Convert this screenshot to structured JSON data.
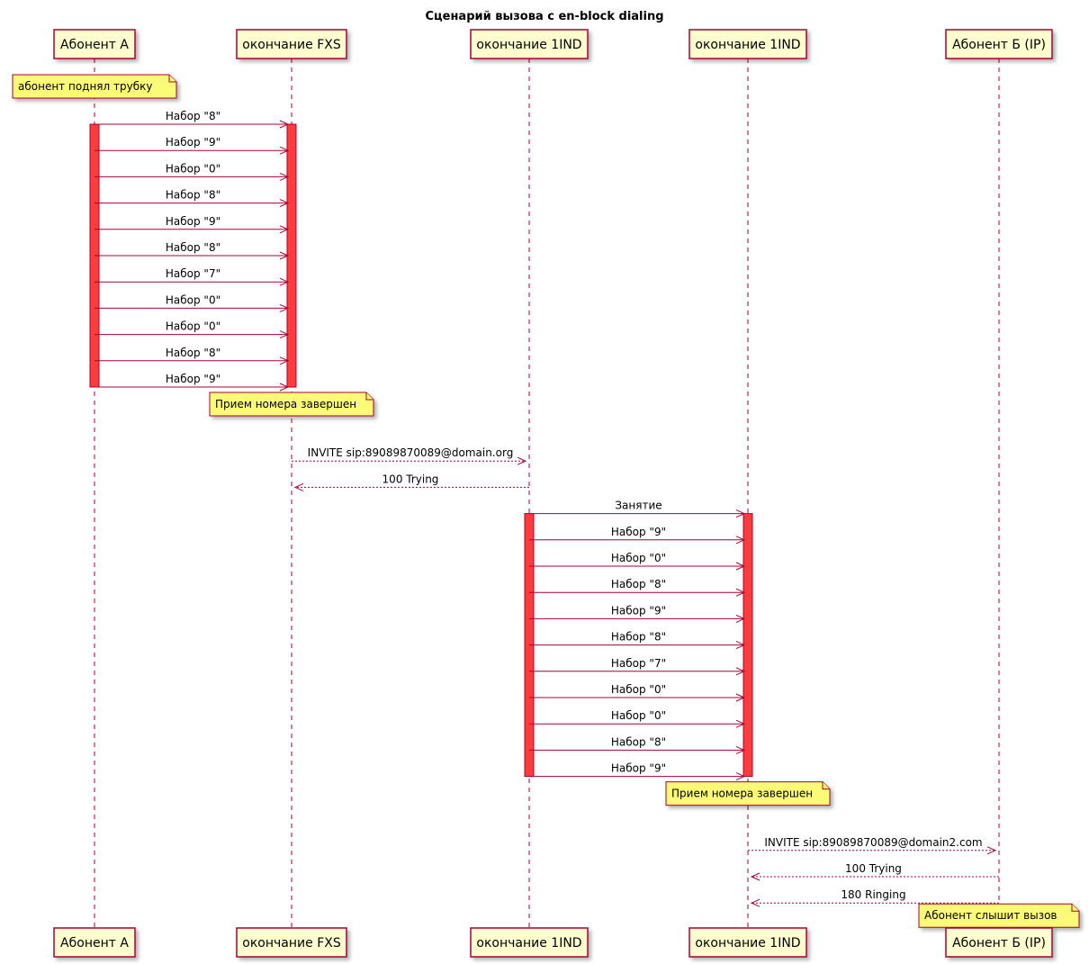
{
  "title": "Сценарий вызова с en-block dialing",
  "participants": [
    {
      "id": "a",
      "label": "Абонент А"
    },
    {
      "id": "fxs",
      "label": "окончание FXS"
    },
    {
      "id": "i1",
      "label": "окончание 1IND"
    },
    {
      "id": "i2",
      "label": "окончание 1IND"
    },
    {
      "id": "b",
      "label": "Абонент Б (IP)"
    }
  ],
  "events": [
    {
      "kind": "note",
      "over": "a",
      "text": "абонент поднял трубку"
    },
    {
      "kind": "msg",
      "from": "a",
      "to": "fxs",
      "label": "Набор \"8\"",
      "style": "solid",
      "activate": true
    },
    {
      "kind": "msg",
      "from": "a",
      "to": "fxs",
      "label": "Набор \"9\"",
      "style": "solid"
    },
    {
      "kind": "msg",
      "from": "a",
      "to": "fxs",
      "label": "Набор \"0\"",
      "style": "solid"
    },
    {
      "kind": "msg",
      "from": "a",
      "to": "fxs",
      "label": "Набор \"8\"",
      "style": "solid"
    },
    {
      "kind": "msg",
      "from": "a",
      "to": "fxs",
      "label": "Набор \"9\"",
      "style": "solid"
    },
    {
      "kind": "msg",
      "from": "a",
      "to": "fxs",
      "label": "Набор \"8\"",
      "style": "solid"
    },
    {
      "kind": "msg",
      "from": "a",
      "to": "fxs",
      "label": "Набор \"7\"",
      "style": "solid"
    },
    {
      "kind": "msg",
      "from": "a",
      "to": "fxs",
      "label": "Набор \"0\"",
      "style": "solid"
    },
    {
      "kind": "msg",
      "from": "a",
      "to": "fxs",
      "label": "Набор \"0\"",
      "style": "solid"
    },
    {
      "kind": "msg",
      "from": "a",
      "to": "fxs",
      "label": "Набор \"8\"",
      "style": "solid"
    },
    {
      "kind": "msg",
      "from": "a",
      "to": "fxs",
      "label": "Набор \"9\"",
      "style": "solid",
      "deactivate": true
    },
    {
      "kind": "note",
      "over": "fxs",
      "text": "Прием номера завершен"
    },
    {
      "kind": "msg",
      "from": "fxs",
      "to": "i1",
      "label": "INVITE sip:89089870089@domain.org",
      "style": "dashed"
    },
    {
      "kind": "msg",
      "from": "i1",
      "to": "fxs",
      "label": "100 Trying",
      "style": "dashed"
    },
    {
      "kind": "msg",
      "from": "i1",
      "to": "i2",
      "label": "Занятие",
      "style": "solid",
      "activate": true
    },
    {
      "kind": "msg",
      "from": "i1",
      "to": "i2",
      "label": "Набор \"9\"",
      "style": "solid"
    },
    {
      "kind": "msg",
      "from": "i1",
      "to": "i2",
      "label": "Набор \"0\"",
      "style": "solid"
    },
    {
      "kind": "msg",
      "from": "i1",
      "to": "i2",
      "label": "Набор \"8\"",
      "style": "solid"
    },
    {
      "kind": "msg",
      "from": "i1",
      "to": "i2",
      "label": "Набор \"9\"",
      "style": "solid"
    },
    {
      "kind": "msg",
      "from": "i1",
      "to": "i2",
      "label": "Набор \"8\"",
      "style": "solid"
    },
    {
      "kind": "msg",
      "from": "i1",
      "to": "i2",
      "label": "Набор \"7\"",
      "style": "solid"
    },
    {
      "kind": "msg",
      "from": "i1",
      "to": "i2",
      "label": "Набор \"0\"",
      "style": "solid"
    },
    {
      "kind": "msg",
      "from": "i1",
      "to": "i2",
      "label": "Набор \"0\"",
      "style": "solid"
    },
    {
      "kind": "msg",
      "from": "i1",
      "to": "i2",
      "label": "Набор \"8\"",
      "style": "solid"
    },
    {
      "kind": "msg",
      "from": "i1",
      "to": "i2",
      "label": "Набор \"9\"",
      "style": "solid",
      "deactivate": true
    },
    {
      "kind": "note",
      "over": "i2",
      "text": "Прием номера завершен"
    },
    {
      "kind": "msg",
      "from": "i2",
      "to": "b",
      "label": "INVITE sip:89089870089@domain2.com",
      "style": "dashed"
    },
    {
      "kind": "msg",
      "from": "b",
      "to": "i2",
      "label": "100 Trying",
      "style": "dashed"
    },
    {
      "kind": "msg",
      "from": "b",
      "to": "i2",
      "label": "180 Ringing",
      "style": "dashed"
    },
    {
      "kind": "note",
      "over": "b",
      "text": "Абонент слышит вызов"
    }
  ],
  "colors": {
    "participant_fill": "#FEFECE",
    "line": "#A80036",
    "activation": "#FF3C3C",
    "note_fill": "#FBFB77"
  }
}
